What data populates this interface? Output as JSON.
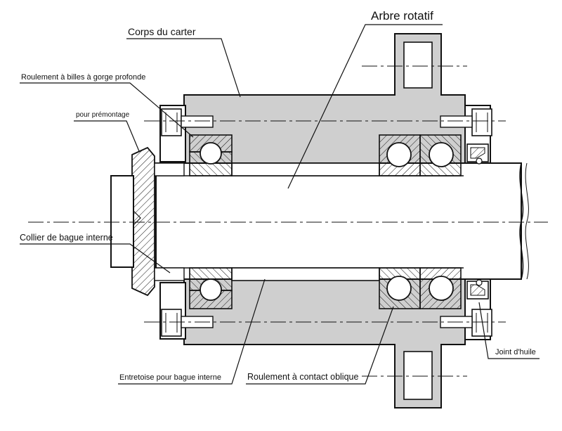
{
  "labels": {
    "arbre_rotatif": "Arbre rotatif",
    "corps_du_carter": "Corps du carter",
    "roulement_billes": "Roulement à billes à gorge profonde",
    "pour_premontage": "pour prémontage",
    "collier_bague": "Collier de bague interne",
    "entretoise": "Entretoise pour bague interne",
    "roulement_contact": "Roulement à contact oblique",
    "joint_huile": "Joint d'huile"
  },
  "colors": {
    "line": "#111111",
    "housing_fill": "#cfcfcf",
    "background": "#ffffff"
  }
}
